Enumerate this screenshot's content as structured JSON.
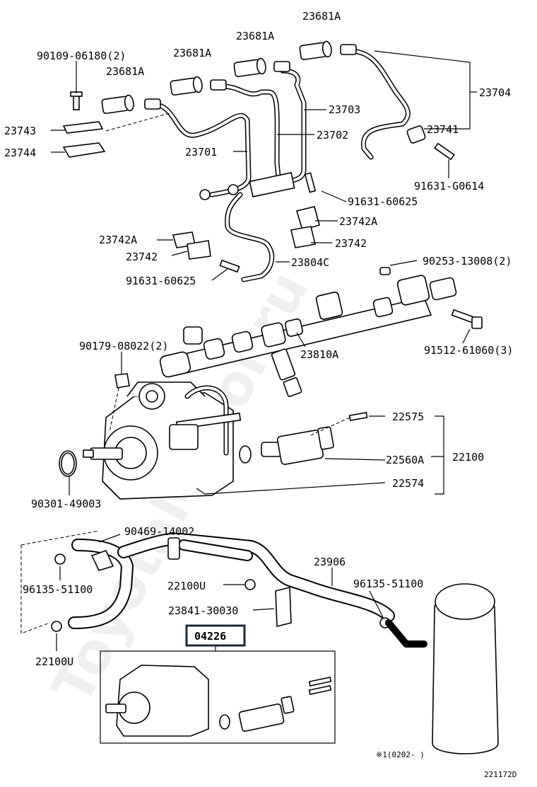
{
  "watermark": "ToyotaMirror.ru",
  "labels": {
    "p23681a_1": "23681A",
    "p23681a_2": "23681A",
    "p23681a_3": "23681A",
    "p23681a_4": "23681A",
    "p90109": "90109-06180(2)",
    "p23743": "23743",
    "p23744": "23744",
    "p23704": "23704",
    "p23703": "23703",
    "p23702": "23702",
    "p23701": "23701",
    "p23741": "23741",
    "p91631g": "91631-G0614",
    "p91631_a": "91631-60625",
    "p23742a_r": "23742A",
    "p23742_r": "23742",
    "p23742a_l": "23742A",
    "p23742_l": "23742",
    "p91631_b": "91631-60625",
    "p23804c": "23804C",
    "p90253": "90253-13008(2)",
    "p90179": "90179-08022(2)",
    "p23810a": "23810A",
    "p91512": "91512-61060(3)",
    "p22575": "22575",
    "p22560a": "22560A",
    "p22100": "22100",
    "p22574": "22574",
    "p90301": "90301-49003",
    "p90469": "90469-14002",
    "p23906": "23906",
    "p96135_l": "96135-51100",
    "p96135_r": "96135-51100",
    "p22100u_mid": "22100U",
    "p23841": "23841-30030",
    "p22100u_bot": "22100U",
    "p04226": "04226",
    "note": "※1(0202-    )",
    "code": "221172D"
  }
}
